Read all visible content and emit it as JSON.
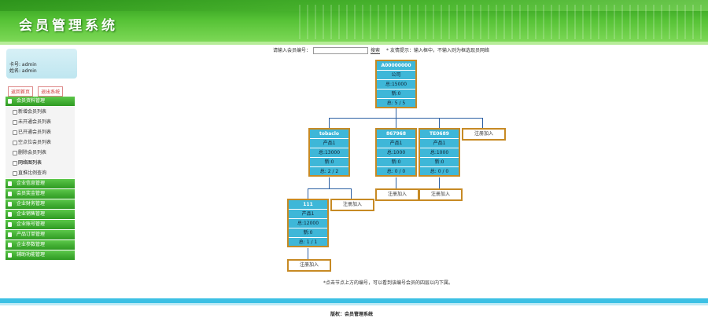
{
  "header": {
    "title": "会员管理系统"
  },
  "user": {
    "card_line": "卡号: admin",
    "name_line": "姓名: admin"
  },
  "buttons": {
    "home": "返回首页",
    "logout": "退出系统"
  },
  "menu": [
    {
      "label": "会员资料管理",
      "subs": [
        "新增会员列表",
        "未开通会员列表",
        "已开通会员列表",
        "空点位会员列表",
        "删除会员列表",
        "网络图列表",
        "直推比例查询"
      ]
    },
    {
      "label": "企业信息管理"
    },
    {
      "label": "会员奖金管理"
    },
    {
      "label": "企业财务管理"
    },
    {
      "label": "企业销售管理"
    },
    {
      "label": "企业账号管理"
    },
    {
      "label": "产品订单管理"
    },
    {
      "label": "企业参数管理"
    },
    {
      "label": "辅助功能管理"
    }
  ],
  "search": {
    "label": "请输入会员编号：",
    "button": "搜索",
    "hint": "* 友情提示：输入框中，不输入则为框选现员网络"
  },
  "nodes": [
    {
      "id": "A00000000",
      "product": "公司",
      "total": "总:15000",
      "new": "新:0",
      "count": "总: 5 / 5"
    },
    {
      "id": "tobaclo",
      "product": "产品1",
      "total": "总:13000",
      "new": "新:0",
      "count": "总: 2 / 2"
    },
    {
      "id": "867968",
      "product": "产品1",
      "total": "总:1000",
      "new": "新:0",
      "count": "总: 0 / 0"
    },
    {
      "id": "TE0689",
      "product": "产品1",
      "total": "总:1000",
      "new": "新:0",
      "count": "总: 0 / 0"
    },
    {
      "id": "111",
      "product": "产品1",
      "total": "总:12000",
      "new": "新:0",
      "count": "总: 1 / 1"
    }
  ],
  "register_label": "注册加入",
  "note": "*点击节点上方的编号，可以看到该编号会员的四层以内下属。",
  "footer": {
    "copyright": "版权：会员管理系统"
  },
  "colors": {
    "header_green": "#4fb52f",
    "node_blue": "#3eb7d8",
    "node_border": "#c78a24",
    "footer_blue": "#3cc0e4"
  }
}
